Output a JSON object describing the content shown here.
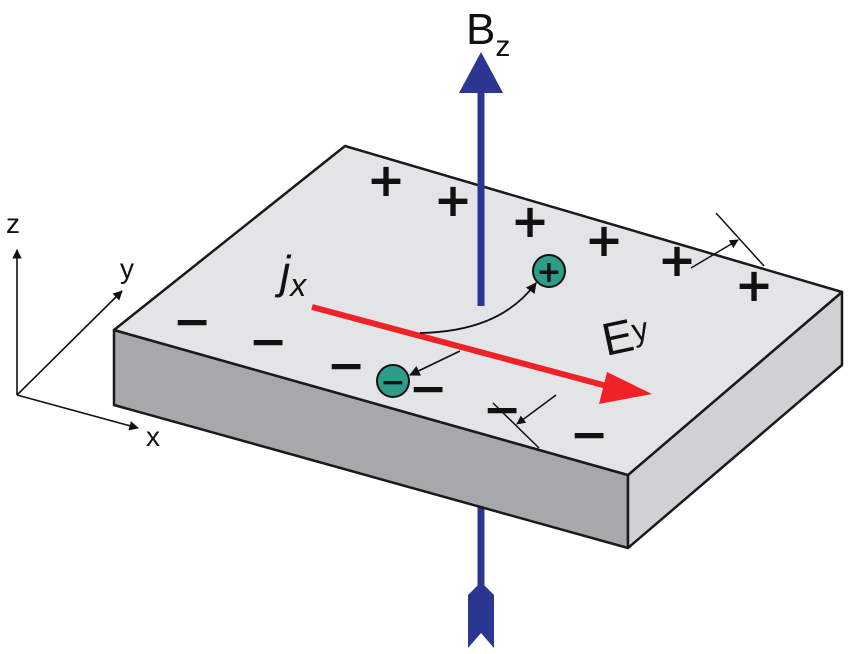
{
  "labels": {
    "field_main": "B",
    "field_sub": "z",
    "current_main": "j",
    "current_sub": "x",
    "efield_main": "E",
    "efield_sub": "y",
    "axis_z": "z",
    "axis_y": "y",
    "axis_x": "x"
  },
  "charges": {
    "positive_symbol": "+",
    "negative_symbol": "−",
    "carrier_positive": "+",
    "carrier_negative": "−"
  },
  "colors": {
    "slab_top": "#e3e4e6",
    "slab_front": "#a7a8ab",
    "slab_side": "#d0d1d3",
    "outline": "#1a1a1a",
    "b_field": "#2b3592",
    "current": "#ee2227",
    "carrier": "#2f9c8a"
  }
}
